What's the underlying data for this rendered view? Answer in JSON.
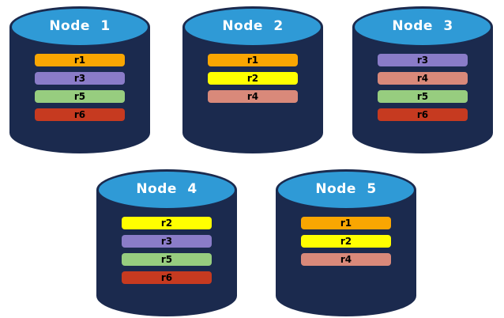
{
  "colors": {
    "cylinder_body": "#1b2a4e",
    "cylinder_top": "#2f9ad6",
    "node_label_text": "#ffffff",
    "bar_label_text": "#000000",
    "background": "#ffffff",
    "r1": "#f9a602",
    "r2": "#ffff00",
    "r3": "#8a7cc8",
    "r4": "#d9897a",
    "r5": "#97cd7f",
    "r6": "#c63a20"
  },
  "nodes": [
    {
      "label": "Node 1",
      "bars": [
        {
          "id": "r1",
          "label": "r1"
        },
        {
          "id": "r3",
          "label": "r3"
        },
        {
          "id": "r5",
          "label": "r5"
        },
        {
          "id": "r6",
          "label": "r6"
        }
      ]
    },
    {
      "label": "Node 2",
      "bars": [
        {
          "id": "r1",
          "label": "r1"
        },
        {
          "id": "r2",
          "label": "r2"
        },
        {
          "id": "r4",
          "label": "r4"
        }
      ]
    },
    {
      "label": "Node 3",
      "bars": [
        {
          "id": "r3",
          "label": "r3"
        },
        {
          "id": "r4",
          "label": "r4"
        },
        {
          "id": "r5",
          "label": "r5"
        },
        {
          "id": "r6",
          "label": "r6"
        }
      ]
    },
    {
      "label": "Node 4",
      "bars": [
        {
          "id": "r2",
          "label": "r2"
        },
        {
          "id": "r3",
          "label": "r3"
        },
        {
          "id": "r5",
          "label": "r5"
        },
        {
          "id": "r6",
          "label": "r6"
        }
      ]
    },
    {
      "label": "Node 5",
      "bars": [
        {
          "id": "r1",
          "label": "r1"
        },
        {
          "id": "r2",
          "label": "r2"
        },
        {
          "id": "r4",
          "label": "r4"
        }
      ]
    }
  ]
}
